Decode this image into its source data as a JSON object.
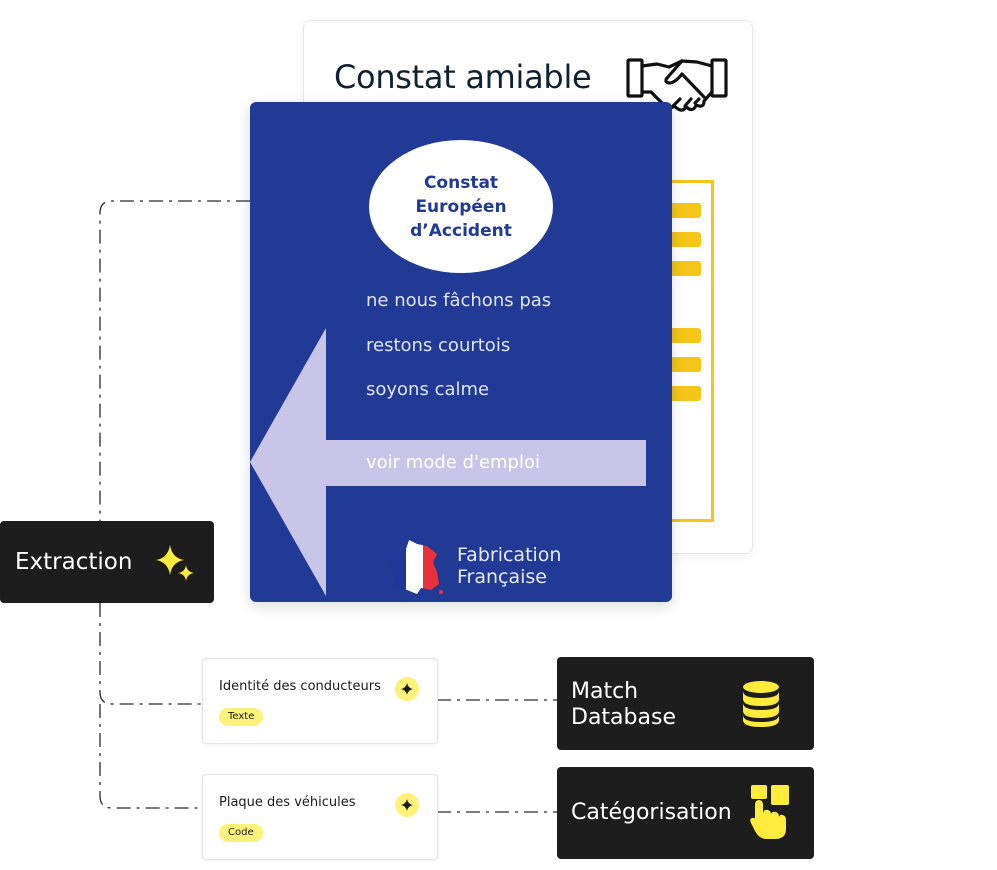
{
  "back_card": {
    "title": "Constat amiable",
    "icon": "handshake-icon"
  },
  "blue_card": {
    "badge": "Constat Européen d’Accident",
    "lines": [
      "ne nous fâchons pas",
      "restons courtois",
      "soyons calme"
    ],
    "arrow_text": "voir mode d'emploi",
    "fabrication_line1": "Fabrication",
    "fabrication_line2": "Française",
    "flag_icon": "france-map-icon"
  },
  "extraction": {
    "label": "Extraction",
    "icon": "sparkles-icon"
  },
  "fields": [
    {
      "label": "Identité des conducteurs",
      "tag": "Texte",
      "icon": "sparkle-icon"
    },
    {
      "label": "Plaque des véhicules",
      "tag": "Code",
      "icon": "sparkle-icon"
    }
  ],
  "actions": [
    {
      "label_line1": "Match",
      "label_line2": "Database",
      "icon": "database-icon"
    },
    {
      "label": "Catégorisation",
      "icon": "hand-pointer-icon"
    }
  ],
  "colors": {
    "blue": "#203a96",
    "yellow": "#f5c51a",
    "pill_yellow": "#fff27a",
    "dark": "#1d1d1d",
    "arrow": "#c8c5e8"
  }
}
